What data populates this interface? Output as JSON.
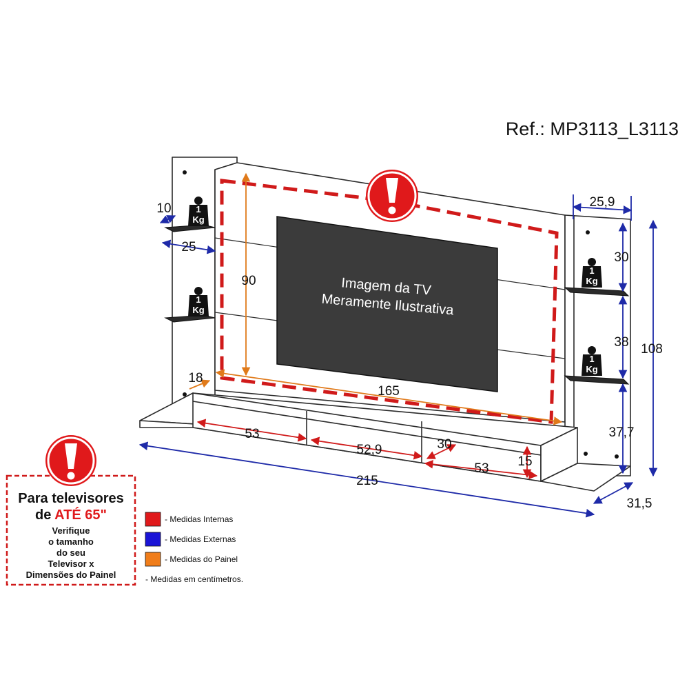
{
  "reference": "Ref.: MP3113_L3113",
  "tv_caption": {
    "line1": "Imagem da TV",
    "line2": "Meramente Ilustrativa"
  },
  "shelf_weight": {
    "value": "1",
    "unit": "Kg"
  },
  "dimensions": {
    "shelf_top_depth": "10",
    "shelf_top_width": "25",
    "side_panel_width": "25,9",
    "panel_height_inner": "90",
    "panel_width_inner": "165",
    "rack_depth_left": "18",
    "niche_1_width": "53",
    "niche_2_width": "52,9",
    "niche_3_width": "53",
    "niche_3_depth": "30",
    "niche_3_height": "15",
    "total_width": "215",
    "total_depth": "31,5",
    "total_height": "108",
    "right_gap_1": "30",
    "right_gap_2": "38",
    "right_gap_3": "37,7"
  },
  "warning_box": {
    "title_line1": "Para televisores",
    "title_line2_prefix": "de ",
    "title_line2_accent": "ATÉ 65\"",
    "body_lines": [
      "Verifique",
      "o tamanho",
      "do seu",
      "Televisor x",
      "Dimensões do Painel"
    ]
  },
  "legend": {
    "items": [
      {
        "color": "#e0191b",
        "label": "- Medidas Internas"
      },
      {
        "color": "#1a14d6",
        "label": "- Medidas Externas"
      },
      {
        "color": "#f07d1a",
        "label": "- Medidas do Painel"
      }
    ],
    "note": "- Medidas em centímetros."
  },
  "colors": {
    "internal": "#e0191b",
    "external": "#1e2aa8",
    "panel": "#e07a1a",
    "tv": "#3b3b3b",
    "shelf": "#2a2a2a"
  },
  "icons": {
    "weight": "weight-icon",
    "warning": "exclamation-warning-icon"
  }
}
